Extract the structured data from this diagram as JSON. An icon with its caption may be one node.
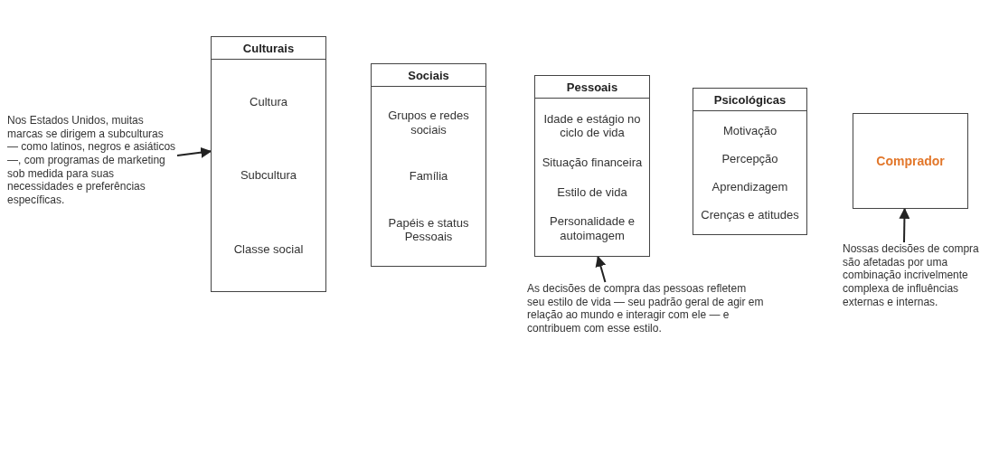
{
  "diagram": {
    "nodes": [
      {
        "text": [
          "Nos Estados Unidos, muitas marcas se dirigem a subculturas — como latinos, negros e asiáticos —, com programas de marketing sob medida para suas necessidades e preferências específicas."
        ]
      },
      {
        "text": [
          "Culturais",
          "Cultura",
          "Subcultura",
          "Classe social"
        ]
      },
      {
        "text": [
          "Sociais",
          "Grupos e redes sociais",
          "Família",
          "Papéis e status Pessoais"
        ]
      },
      {
        "text": [
          "Pessoais",
          "Idade e estágio no ciclo de vida",
          "Situação financeira",
          "Estilo de vida",
          "Personalidade e autoimagem"
        ]
      },
      {
        "text": [
          "Psicológicas",
          "Motivação",
          "Percepção",
          "Aprendizagem",
          "Crenças e atitudes"
        ]
      },
      {
        "text": [
          "Comprador"
        ]
      },
      {
        "text": [
          "As decisões de compra das pessoas refletem seu estilo de vida — seu padrão geral de agir em relação ao mundo e interagir com ele — e contribuem com esse estilo."
        ]
      },
      {
        "text": [
          "Nossas decisões de compra são afetadas por uma combinação incrivelmente complexa de influências externas e internas."
        ]
      }
    ],
    "edges": [
      {
        "from": 0,
        "to": 1,
        "arrow": "to"
      },
      {
        "from": 6,
        "to": 3,
        "arrow": "to"
      },
      {
        "from": 7,
        "to": 5,
        "arrow": "to"
      }
    ]
  }
}
